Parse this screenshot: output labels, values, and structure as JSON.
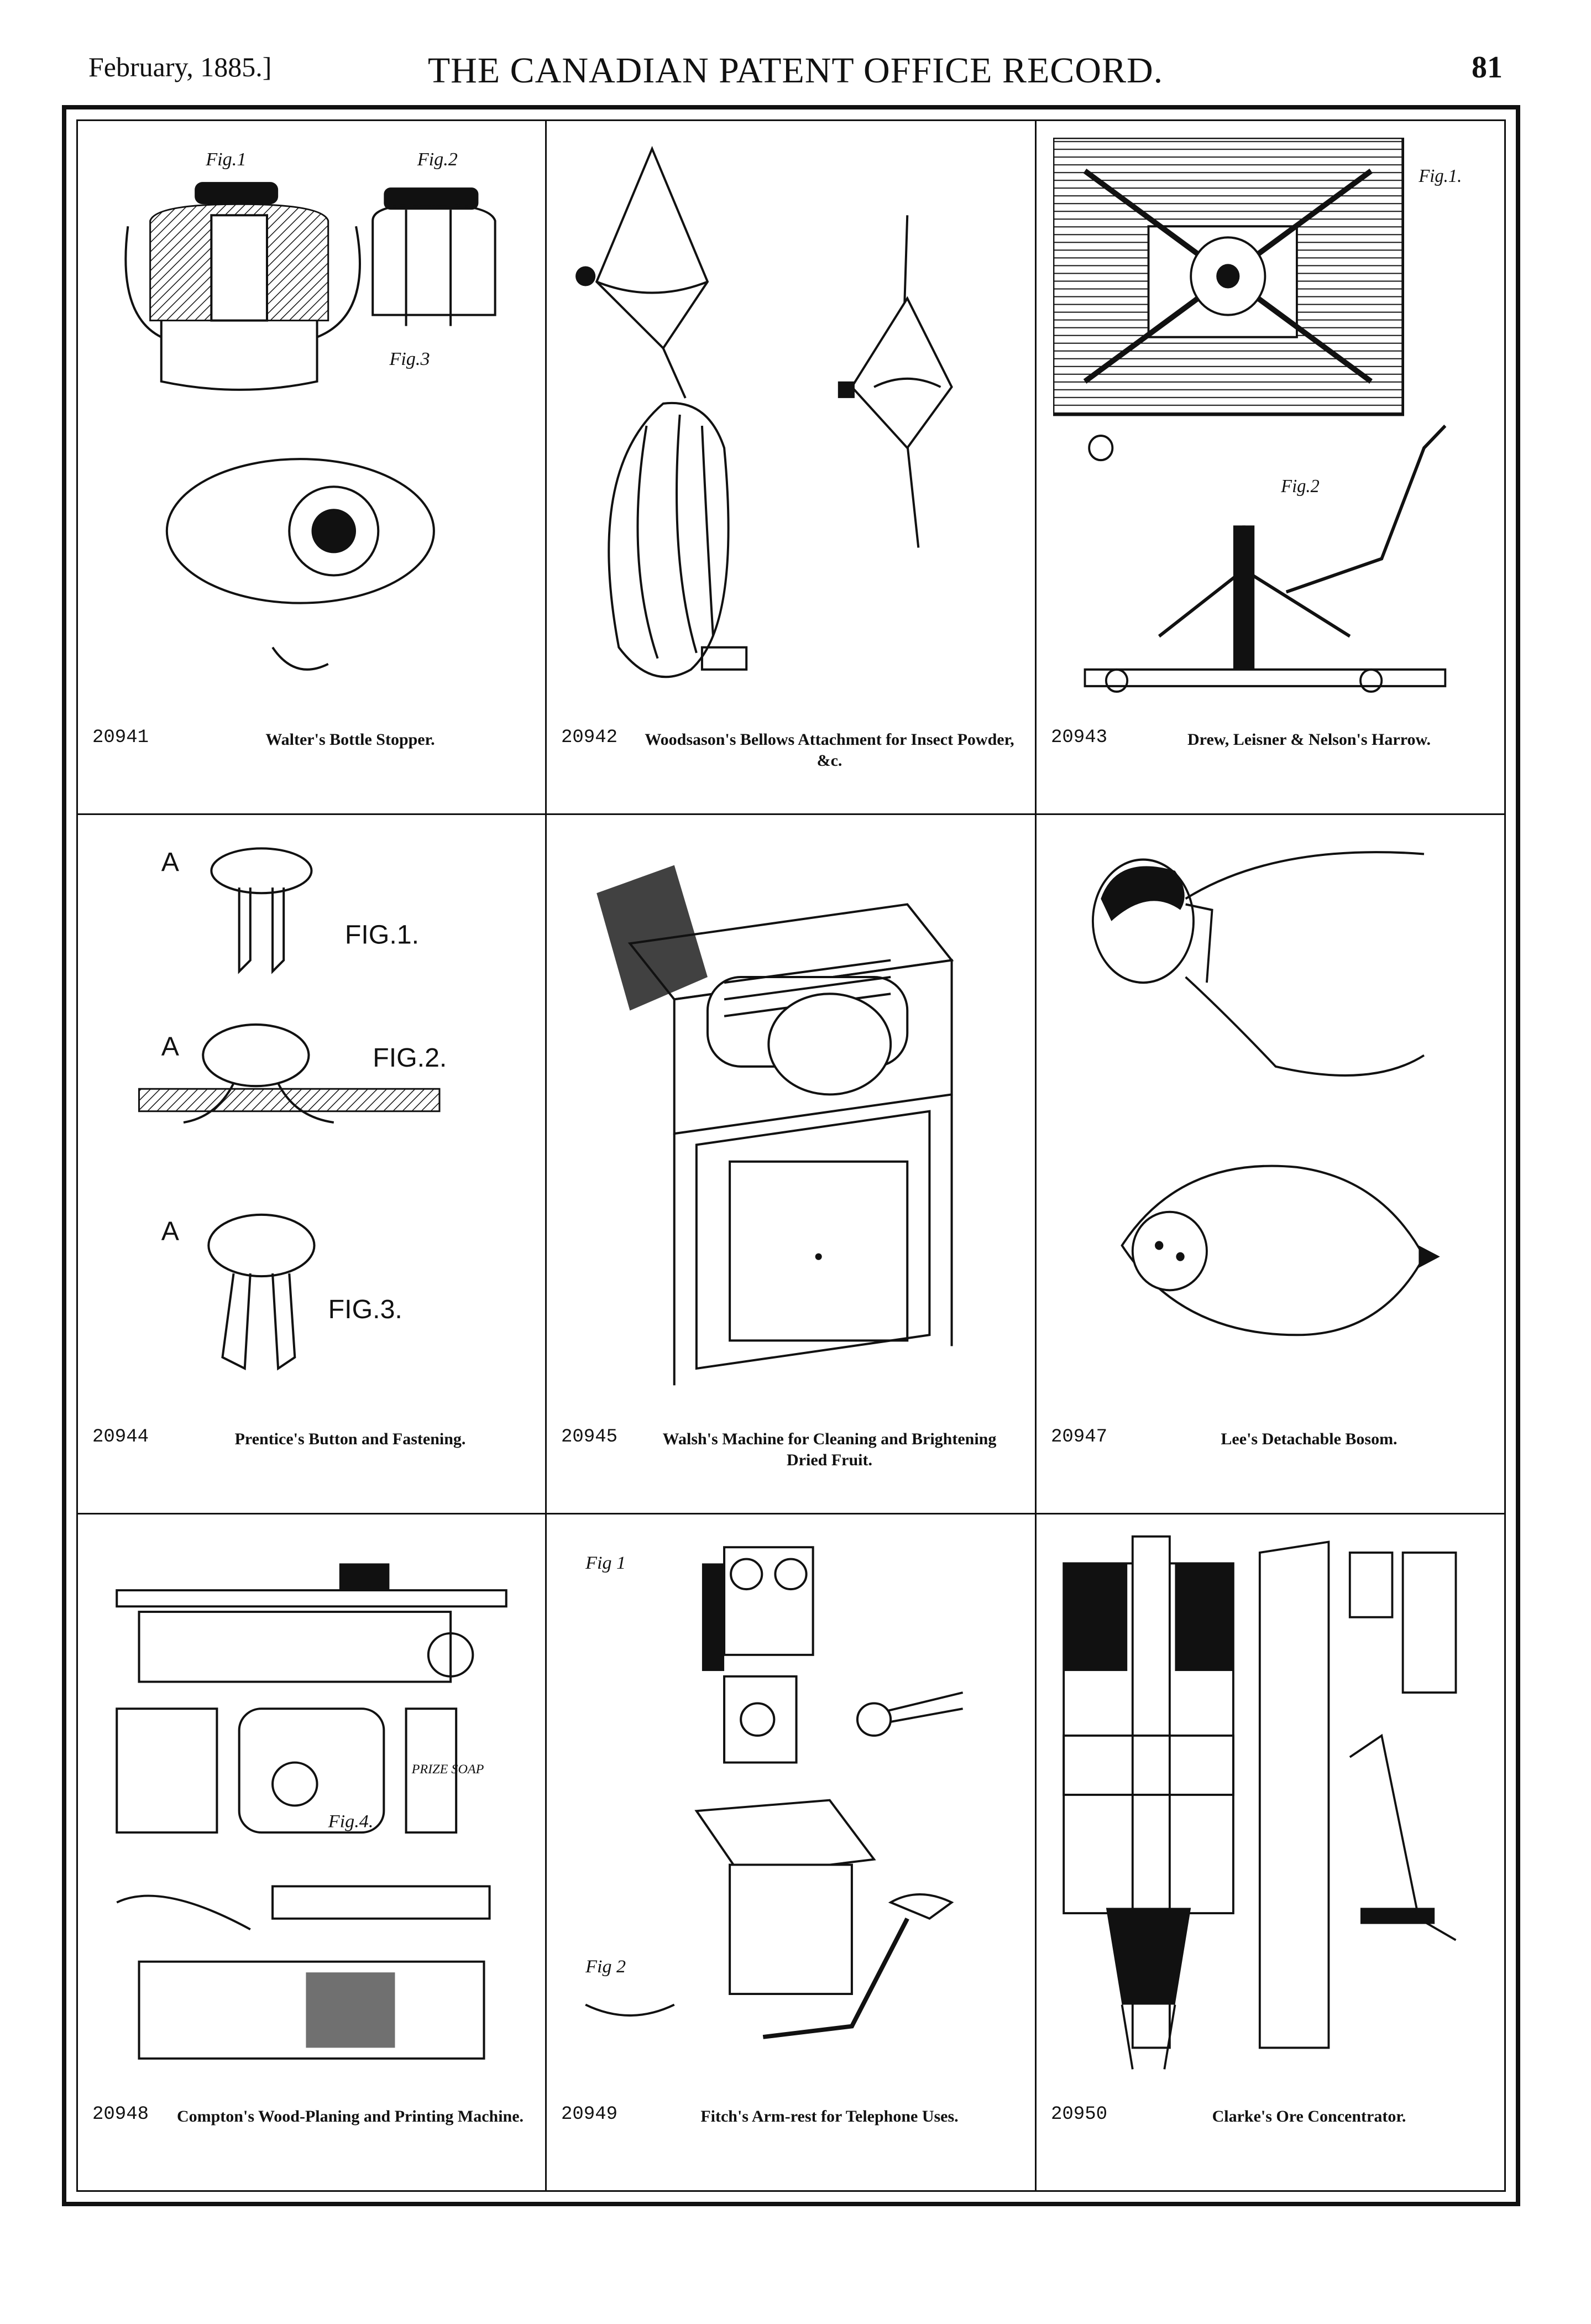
{
  "header": {
    "date": "February, 1885.]",
    "title": "THE CANADIAN PATENT OFFICE RECORD.",
    "page": "81"
  },
  "patents": [
    {
      "number": "20941",
      "title": "Walter's Bottle Stopper."
    },
    {
      "number": "20942",
      "title": "Woodsason's Bellows Attachment for Insect Powder, &c."
    },
    {
      "number": "20943",
      "title": "Drew, Leisner & Nelson's Harrow."
    },
    {
      "number": "20944",
      "title": "Prentice's Button and Fastening."
    },
    {
      "number": "20945",
      "title": "Walsh's Machine for Cleaning and Brightening Dried Fruit."
    },
    {
      "number": "20947",
      "title": "Lee's Detachable Bosom."
    },
    {
      "number": "20948",
      "title": "Compton's Wood-Planing and Printing Machine."
    },
    {
      "number": "20949",
      "title": "Fitch's Arm-rest for Telephone Uses."
    },
    {
      "number": "20950",
      "title": "Clarke's Ore Concentrator."
    }
  ],
  "figure_labels": {
    "button_fig1": "FIG.1.",
    "button_fig2": "FIG.2.",
    "button_fig3": "FIG.3.",
    "harrow_fig1": "Fig.1.",
    "harrow_fig2": "Fig.2",
    "phone_fig1": "Fig 1",
    "phone_fig2": "Fig 2",
    "stopper_fig1": "Fig.1",
    "stopper_fig2": "Fig.2",
    "stopper_fig3": "Fig.3",
    "planing_fig4": "Fig.4.",
    "soap_label": "PRIZE SOAP"
  }
}
